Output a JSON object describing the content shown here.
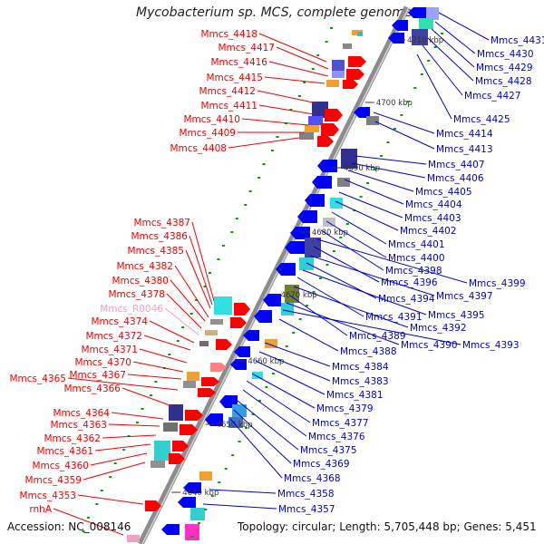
{
  "title": "Mycobacterium sp. MCS, complete genome",
  "footer": {
    "accession": "Accession: NC_008146",
    "summary": "Topology: circular; Length: 5,705,448 bp; Genes: 5,451"
  },
  "colors": {
    "backbone": "#8c8c8c",
    "left_label": "#ee0000",
    "left_label_rna": "#f0a0c8",
    "right_label": "#0000cc",
    "forward_gene": "#ff0000",
    "reverse_gene": "#0000ff",
    "tick": "#00a000"
  },
  "scale_ticks": [
    {
      "label": "4710 kbp"
    },
    {
      "label": "4700 kbp"
    },
    {
      "label": "4690 kbp"
    },
    {
      "label": "4680 kbp"
    },
    {
      "label": "4670 kbp"
    },
    {
      "label": "4660 kbp"
    },
    {
      "label": "4650 kbp"
    },
    {
      "label": "4640 kbp"
    }
  ],
  "left_genes": [
    {
      "label": "Mmcs_4418",
      "kind": "cds"
    },
    {
      "label": "Mmcs_4417",
      "kind": "cds"
    },
    {
      "label": "Mmcs_4416",
      "kind": "cds"
    },
    {
      "label": "Mmcs_4415",
      "kind": "cds"
    },
    {
      "label": "Mmcs_4412",
      "kind": "cds"
    },
    {
      "label": "Mmcs_4411",
      "kind": "cds"
    },
    {
      "label": "Mmcs_4410",
      "kind": "cds"
    },
    {
      "label": "Mmcs_4409",
      "kind": "cds"
    },
    {
      "label": "Mmcs_4408",
      "kind": "cds"
    },
    {
      "label": "Mmcs_4387",
      "kind": "cds"
    },
    {
      "label": "Mmcs_4386",
      "kind": "cds"
    },
    {
      "label": "Mmcs_4385",
      "kind": "cds"
    },
    {
      "label": "Mmcs_4382",
      "kind": "cds"
    },
    {
      "label": "Mmcs_4380",
      "kind": "cds"
    },
    {
      "label": "Mmcs_4378",
      "kind": "cds"
    },
    {
      "label": "Mmcs_R0046",
      "kind": "rna"
    },
    {
      "label": "Mmcs_4374",
      "kind": "cds"
    },
    {
      "label": "Mmcs_4372",
      "kind": "cds"
    },
    {
      "label": "Mmcs_4371",
      "kind": "cds"
    },
    {
      "label": "Mmcs_4370",
      "kind": "cds"
    },
    {
      "label": "Mmcs_4367",
      "kind": "cds"
    },
    {
      "label": "Mmcs_4365",
      "kind": "cds"
    },
    {
      "label": "Mmcs_4366",
      "kind": "cds"
    },
    {
      "label": "Mmcs_4364",
      "kind": "cds"
    },
    {
      "label": "Mmcs_4363",
      "kind": "cds"
    },
    {
      "label": "Mmcs_4362",
      "kind": "cds"
    },
    {
      "label": "Mmcs_4361",
      "kind": "cds"
    },
    {
      "label": "Mmcs_4360",
      "kind": "cds"
    },
    {
      "label": "Mmcs_4359",
      "kind": "cds"
    },
    {
      "label": "Mmcs_4353",
      "kind": "cds"
    },
    {
      "label": "rnhA",
      "kind": "cds"
    }
  ],
  "right_genes": [
    {
      "label": "Mmcs_4431"
    },
    {
      "label": "Mmcs_4430"
    },
    {
      "label": "Mmcs_4429"
    },
    {
      "label": "Mmcs_4428"
    },
    {
      "label": "Mmcs_4427"
    },
    {
      "label": "Mmcs_4425"
    },
    {
      "label": "Mmcs_4414"
    },
    {
      "label": "Mmcs_4413"
    },
    {
      "label": "Mmcs_4407"
    },
    {
      "label": "Mmcs_4406"
    },
    {
      "label": "Mmcs_4405"
    },
    {
      "label": "Mmcs_4404"
    },
    {
      "label": "Mmcs_4403"
    },
    {
      "label": "Mmcs_4402"
    },
    {
      "label": "Mmcs_4401"
    },
    {
      "label": "Mmcs_4400"
    },
    {
      "label": "Mmcs_4398"
    },
    {
      "label": "Mmcs_4399"
    },
    {
      "label": "Mmcs_4396"
    },
    {
      "label": "Mmcs_4397"
    },
    {
      "label": "Mmcs_4394"
    },
    {
      "label": "Mmcs_4395"
    },
    {
      "label": "Mmcs_4391"
    },
    {
      "label": "Mmcs_4392"
    },
    {
      "label": "Mmcs_4389"
    },
    {
      "label": "Mmcs_4390"
    },
    {
      "label": "Mmcs_4393"
    },
    {
      "label": "Mmcs_4388"
    },
    {
      "label": "Mmcs_4384"
    },
    {
      "label": "Mmcs_4383"
    },
    {
      "label": "Mmcs_4381"
    },
    {
      "label": "Mmcs_4379"
    },
    {
      "label": "Mmcs_4377"
    },
    {
      "label": "Mmcs_4376"
    },
    {
      "label": "Mmcs_4375"
    },
    {
      "label": "Mmcs_4369"
    },
    {
      "label": "Mmcs_4368"
    },
    {
      "label": "Mmcs_4358"
    },
    {
      "label": "Mmcs_4357"
    }
  ]
}
